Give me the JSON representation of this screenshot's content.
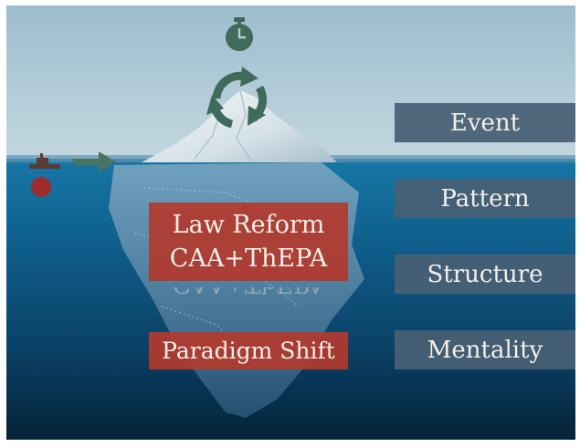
{
  "diagram": {
    "title": "",
    "levels": [
      {
        "label": "Event"
      },
      {
        "label": "Pattern"
      },
      {
        "label": "Structure"
      },
      {
        "label": "Mentality"
      }
    ],
    "interventions": {
      "law_reform": {
        "line1": "Law Reform",
        "line2": "CAA+ThEPA"
      },
      "paradigm_shift": "Paradigm Shift"
    },
    "icons": [
      "stopwatch-icon",
      "cycle-arrows-icon",
      "ship-icon",
      "red-dot-icon",
      "right-arrow-icon"
    ],
    "colors": {
      "sky": "#a9c4d3",
      "sea": "#0f5e88",
      "deep_sea": "#062a45",
      "side_label_bg": "#486074",
      "red_label_bg": "#b23a2e",
      "icon_green": "#3f6b5a",
      "dot_red": "#9e2b2b"
    }
  }
}
